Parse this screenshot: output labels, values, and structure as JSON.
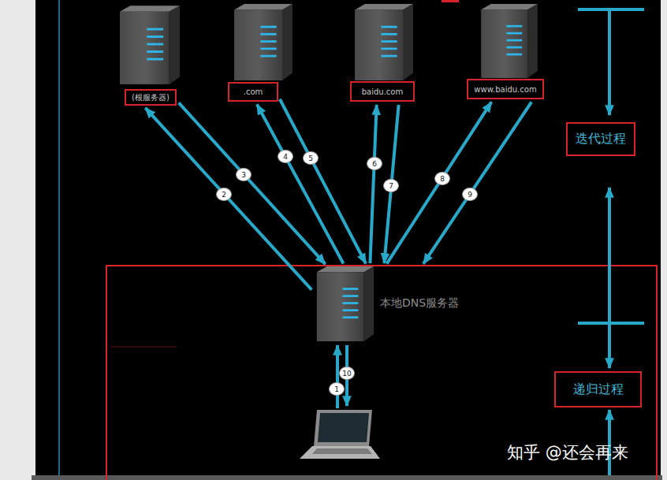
{
  "diagram": {
    "nodes": [
      {
        "text": [
          "(根服务器)"
        ]
      },
      {
        "text": [
          ".com"
        ]
      },
      {
        "text": [
          "baidu.com"
        ]
      },
      {
        "text": [
          "www.baidu.com"
        ]
      },
      {
        "text": [
          "迭代过程"
        ]
      },
      {
        "text": [
          "本地DNS服务器"
        ]
      },
      {
        "text": [
          "递归过程"
        ]
      }
    ],
    "edges": [
      {
        "from": 5,
        "to": 0,
        "arrow": "to",
        "label": "2"
      },
      {
        "from": 0,
        "to": 5,
        "arrow": "to",
        "label": "3"
      },
      {
        "from": 5,
        "to": 1,
        "arrow": "to",
        "label": "4"
      },
      {
        "from": 1,
        "to": 5,
        "arrow": "to",
        "label": "5"
      },
      {
        "from": 5,
        "to": 2,
        "arrow": "to",
        "label": "6"
      },
      {
        "from": 2,
        "to": 5,
        "arrow": "to",
        "label": "7"
      },
      {
        "from": 5,
        "to": 3,
        "arrow": "to",
        "label": "8"
      },
      {
        "from": 3,
        "to": 5,
        "arrow": "to",
        "label": "9"
      }
    ],
    "labels": [
      "1",
      "10",
      "知乎 @还会再来"
    ]
  }
}
